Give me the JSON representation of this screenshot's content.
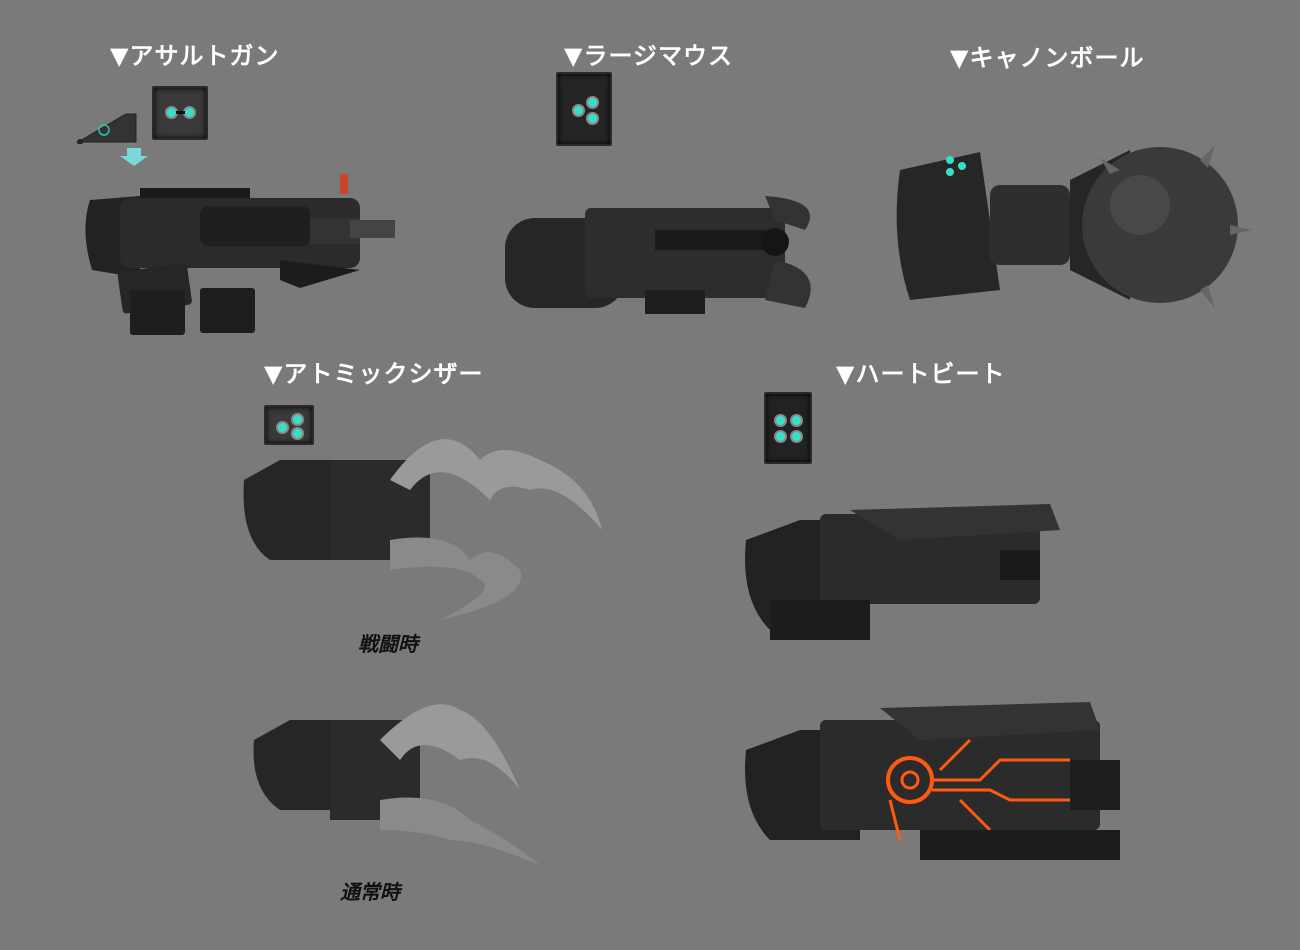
{
  "sections": [
    {
      "id": "assault-gun",
      "heading": "▼アサルトガン"
    },
    {
      "id": "large-mouth",
      "heading": "▼ラージマウス"
    },
    {
      "id": "cannonball",
      "heading": "▼キャノンボール"
    },
    {
      "id": "atomic-scissor",
      "heading": "▼アトミックシザー",
      "captions": [
        "戦闘時",
        "通常時"
      ]
    },
    {
      "id": "heartbeat",
      "heading": "▼ハートビート"
    }
  ],
  "colors": {
    "background": "#7a7a7a",
    "chip_light": "#36e0c8",
    "glow_orange": "#ff5a10",
    "metal_dark": "#1e1e1e",
    "arrow": "#7ad8d8"
  }
}
